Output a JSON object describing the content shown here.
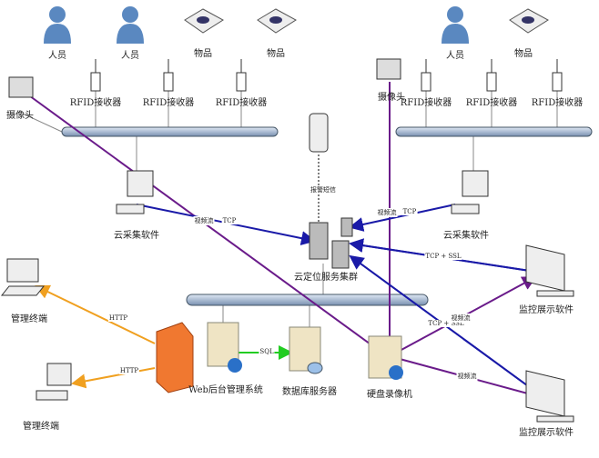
{
  "labels": {
    "person": "人员",
    "item": "物品",
    "camera": "摄像头",
    "rfid": "RFID接收器",
    "collector": "云采集软件",
    "cluster": "云定位服务集群",
    "monitor": "监控展示软件",
    "terminal": "管理终端",
    "web": "Web后台管理系统",
    "db": "数据库服务器",
    "dvr": "硬盘录像机"
  },
  "links": {
    "sms": "报警短信",
    "video": "视频流",
    "tcp": "TCP",
    "tcpssl": "TCP + SSL",
    "http": "HTTP",
    "sql": "SQL"
  },
  "colors": {
    "video": "#6a1b8a",
    "tcp": "#1a1aa8",
    "http": "#f0a020",
    "sql": "#22cc22",
    "bus": "#a8c0dc"
  }
}
